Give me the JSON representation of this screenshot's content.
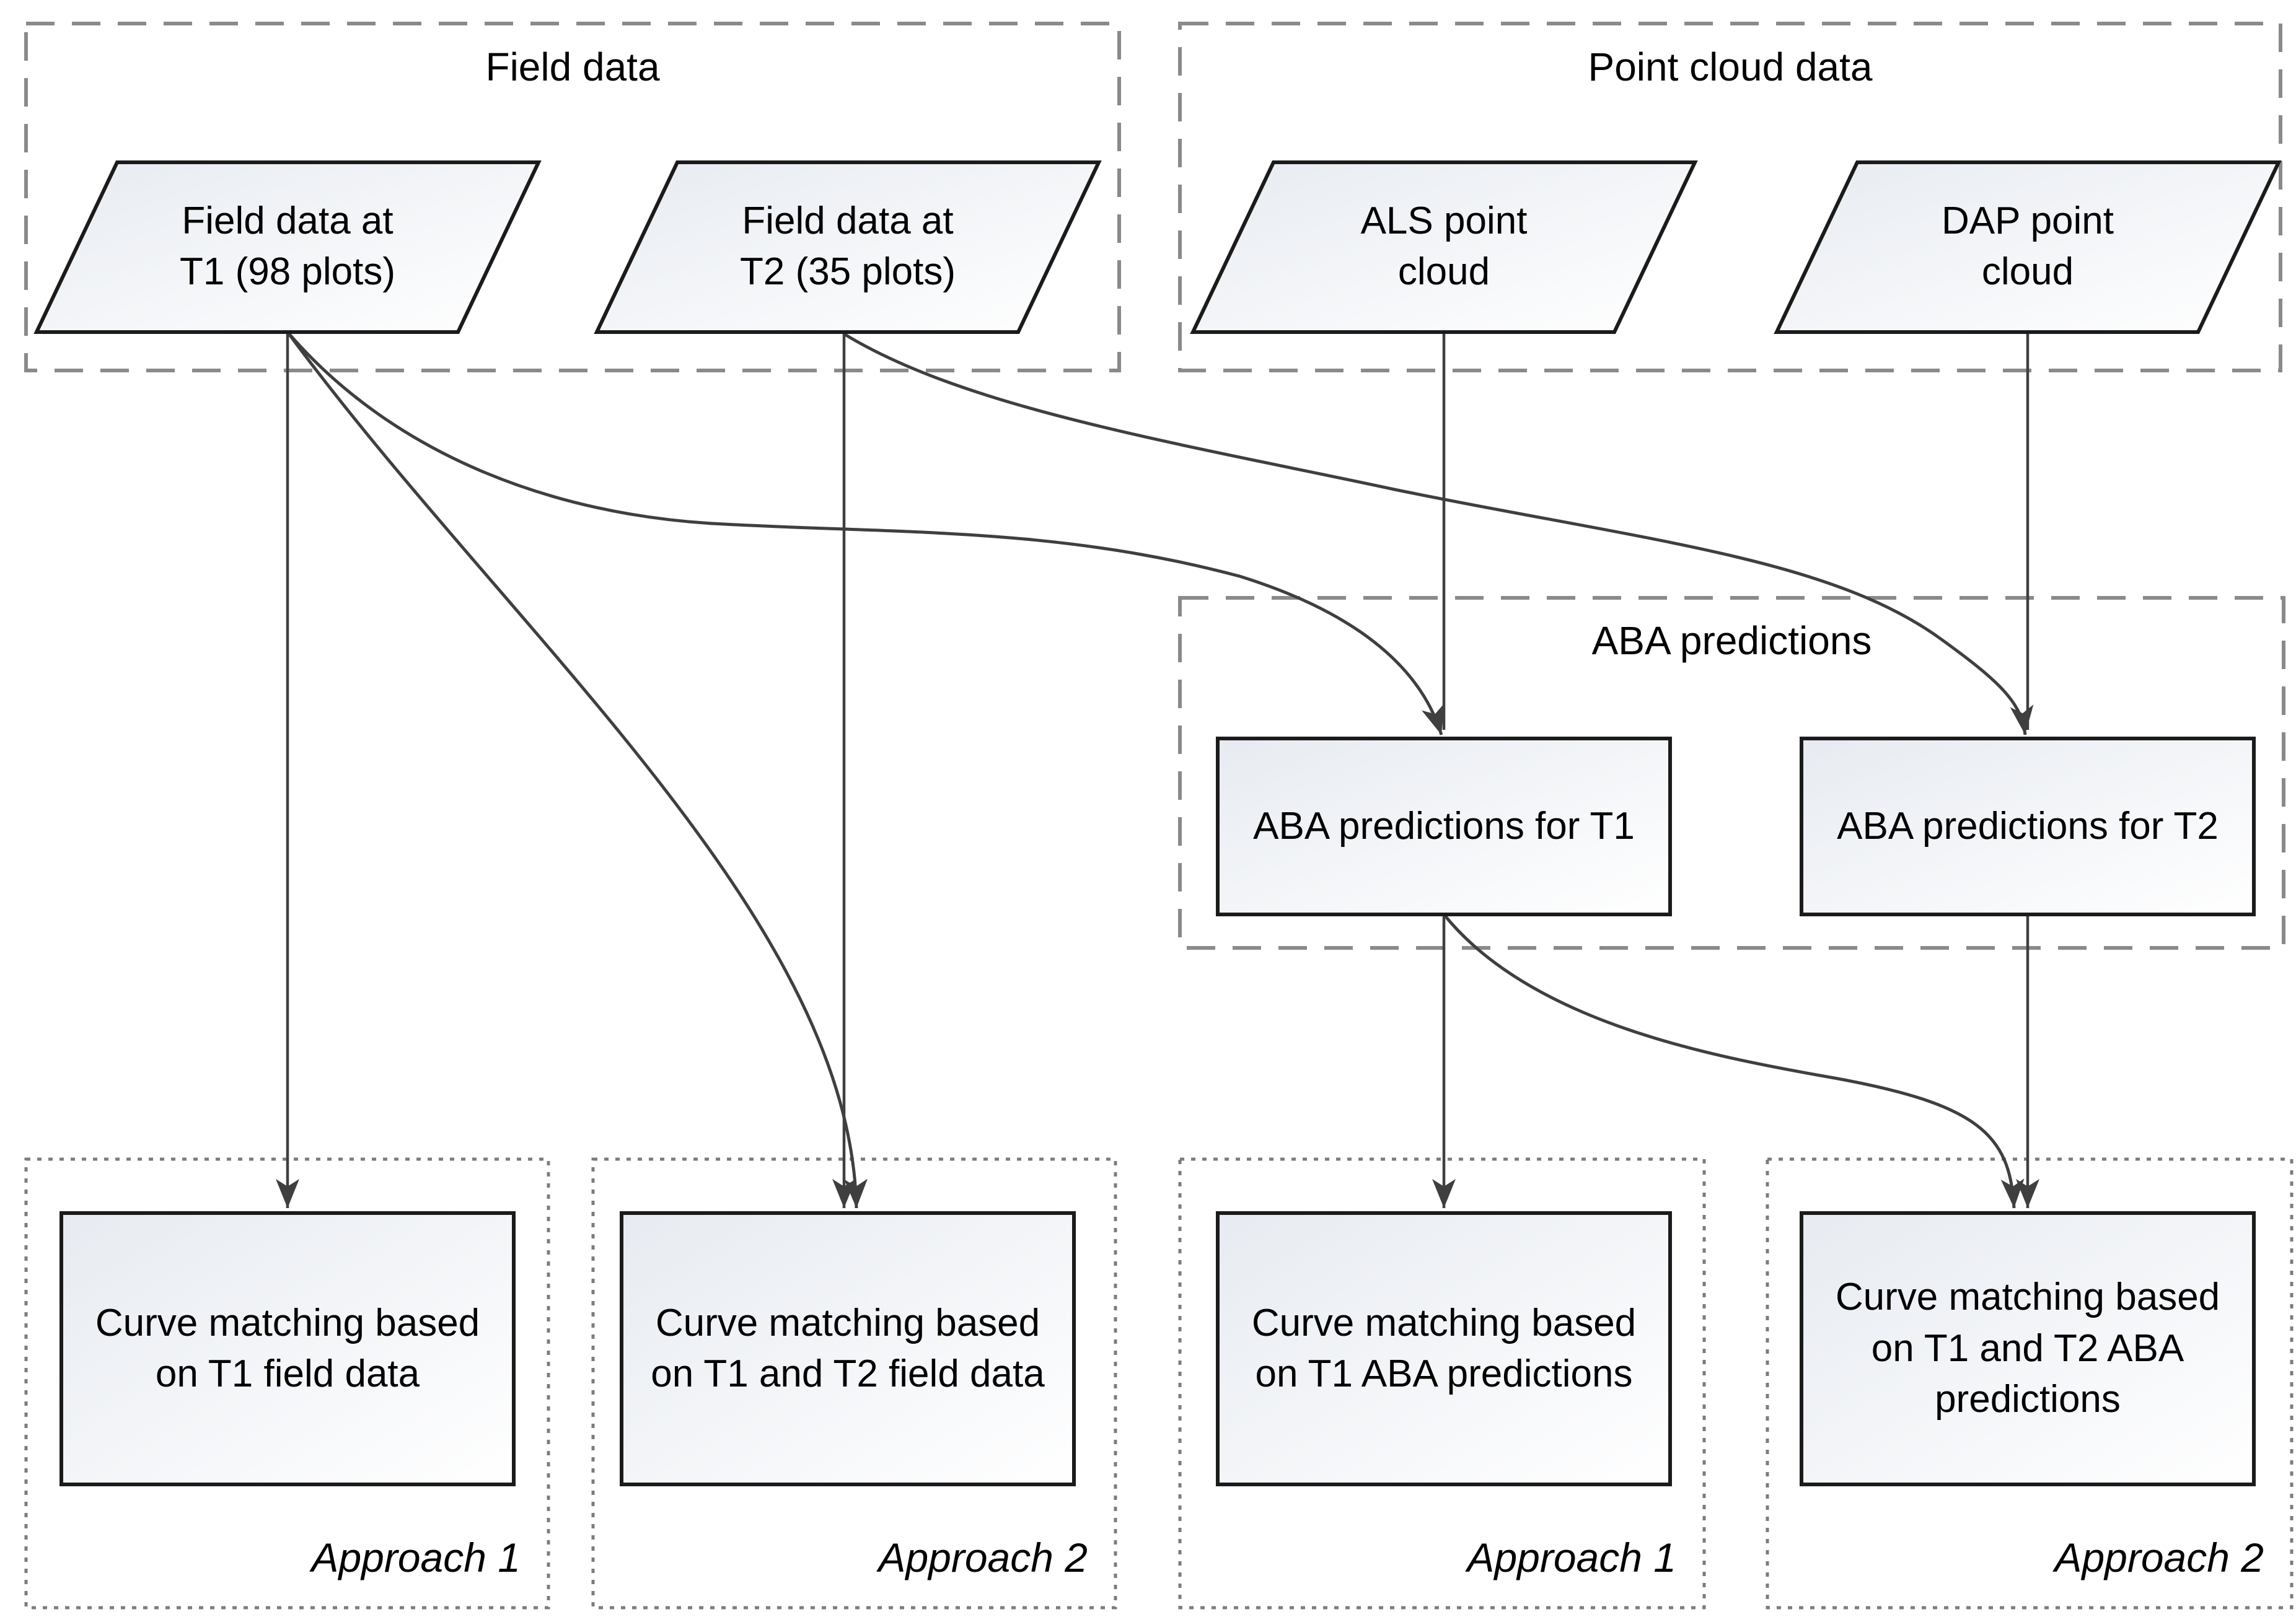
{
  "diagram": {
    "groups": [
      {
        "id": "field-data",
        "title": "Field data"
      },
      {
        "id": "point-cloud-data",
        "title": "Point cloud data"
      },
      {
        "id": "aba-predictions",
        "title": "ABA predictions"
      }
    ],
    "input_nodes": [
      {
        "id": "field-t1",
        "label": "Field data at\nT1 (98 plots)"
      },
      {
        "id": "field-t2",
        "label": "Field data at\nT2 (35 plots)"
      },
      {
        "id": "als-cloud",
        "label": "ALS point\ncloud"
      },
      {
        "id": "dap-cloud",
        "label": "DAP point\ncloud"
      }
    ],
    "aba_nodes": [
      {
        "id": "aba-t1",
        "label": "ABA predictions for T1"
      },
      {
        "id": "aba-t2",
        "label": "ABA predictions for T2"
      }
    ],
    "process_nodes": [
      {
        "id": "cm-1",
        "label": "Curve matching based\non T1 field data",
        "approach": "Approach 1"
      },
      {
        "id": "cm-2",
        "label": "Curve matching based\non T1 and T2 field data",
        "approach": "Approach 2"
      },
      {
        "id": "cm-3",
        "label": "Curve matching based\non T1 ABA predictions",
        "approach": "Approach 1"
      },
      {
        "id": "cm-4",
        "label": "Curve matching based\non T1 and T2 ABA\npredictions",
        "approach": "Approach 2"
      }
    ],
    "edges": [
      {
        "from": "field-t1",
        "to": "cm-1"
      },
      {
        "from": "field-t1",
        "to": "cm-2"
      },
      {
        "from": "field-t1",
        "to": "aba-t1"
      },
      {
        "from": "field-t2",
        "to": "cm-2"
      },
      {
        "from": "field-t2",
        "to": "aba-t2"
      },
      {
        "from": "als-cloud",
        "to": "aba-t1"
      },
      {
        "from": "dap-cloud",
        "to": "aba-t2"
      },
      {
        "from": "aba-t1",
        "to": "cm-3"
      },
      {
        "from": "aba-t1",
        "to": "cm-4"
      },
      {
        "from": "aba-t2",
        "to": "cm-4"
      }
    ],
    "colors": {
      "background": "#ffffff",
      "connector": "#3f3f3f",
      "shape_border": "#1b1b1b",
      "group_dash_border": "#8a8a8a",
      "approach_dot_border": "#7c7c7c",
      "node_fill_start": "#e7ebf1",
      "node_fill_end": "#ffffff",
      "text": "#000000"
    }
  }
}
